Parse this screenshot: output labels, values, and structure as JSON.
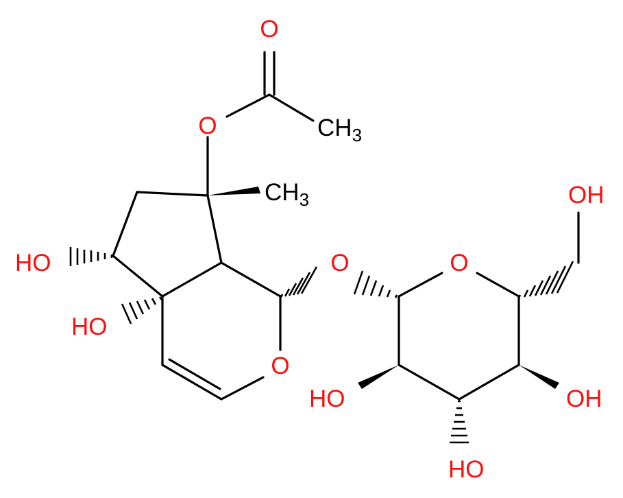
{
  "molecule": {
    "atoms": {
      "carbonyl_o": "O",
      "ester_o": "O",
      "methyl_ester": "CH",
      "methyl_ester_sub": "3",
      "methyl_c7": "CH",
      "methyl_c7_sub": "3",
      "hydroxyl_c6": "HO",
      "hydroxyl_c5": "HO",
      "glycosidic_o": "O",
      "ring_o_pyran": "O",
      "ring_o_sugar": "O",
      "hydroxymethyl_oh": "OH",
      "sugar_oh_c2": "HO",
      "sugar_oh_c3": "HO",
      "sugar_oh_c4": "OH"
    },
    "colors": {
      "oxygen": "#ff0d0d",
      "carbon": "#000000",
      "bond": "#000000"
    }
  }
}
